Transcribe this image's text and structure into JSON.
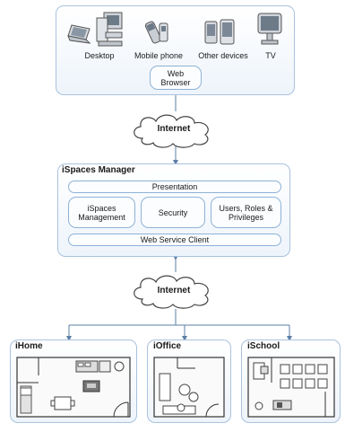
{
  "devices": {
    "desktop": "Desktop",
    "mobile": "Mobile phone",
    "other": "Other devices",
    "tv": "TV"
  },
  "web_browser": "Web\nBrowser",
  "internet_top": "Internet",
  "manager": {
    "title": "iSpaces Manager",
    "presentation": "Presentation",
    "management": "iSpaces\nManagement",
    "security": "Security",
    "users": "Users, Roles &\nPrivileges",
    "web_service_client": "Web Service Client"
  },
  "internet_bottom": "Internet",
  "spaces": {
    "home": "iHome",
    "office": "iOffice",
    "school": "iSchool"
  },
  "colors": {
    "border": "#a9c2de",
    "arrow": "#5b7fa6",
    "panel_fill": "#eef4fb"
  }
}
